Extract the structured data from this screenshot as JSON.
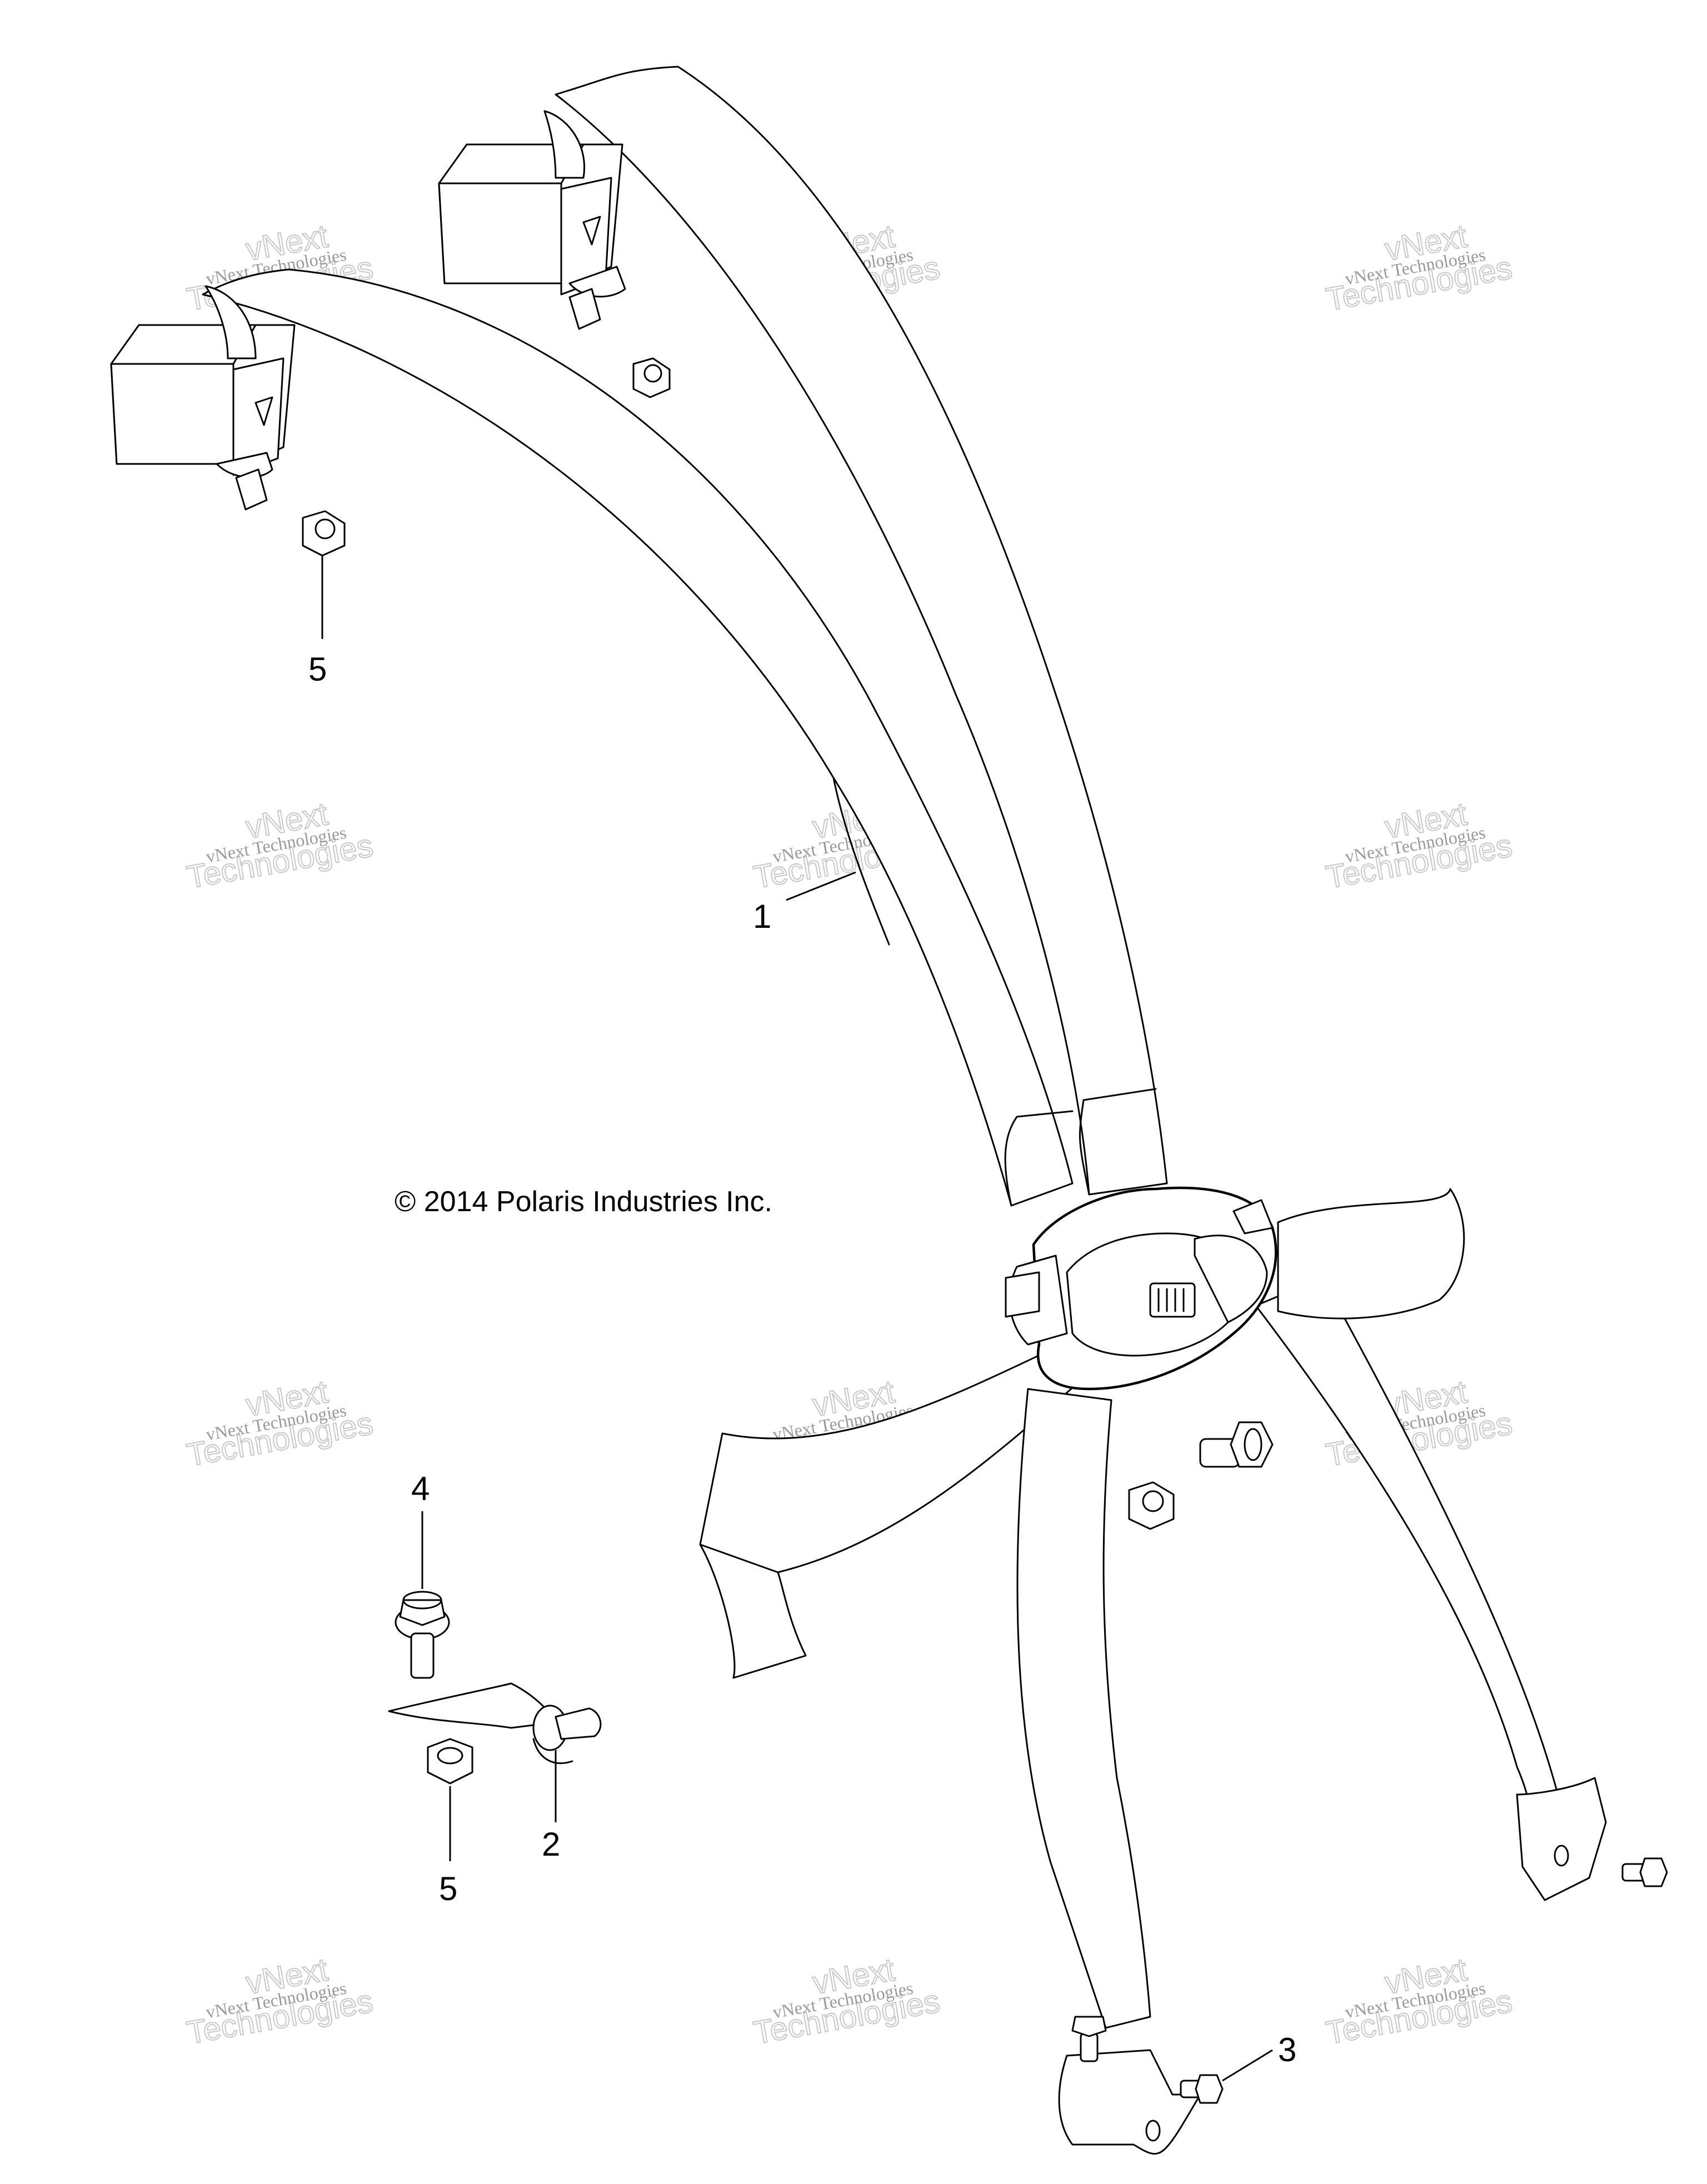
{
  "copyright": "© 2014 Polaris Industries Inc.",
  "watermark": {
    "small": "vNext Technologies",
    "big": "Technologies",
    "top": "vNext"
  },
  "callouts": [
    "1",
    "2",
    "3",
    "4",
    "5",
    "5"
  ]
}
